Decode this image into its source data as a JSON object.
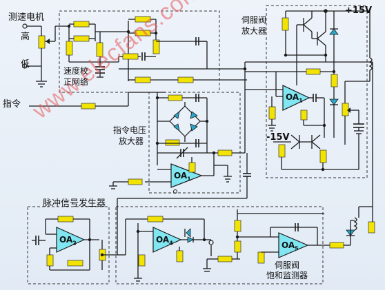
{
  "labels": {
    "tachogenerator": "测速电机",
    "high": "高",
    "low": "低",
    "command": "指令",
    "speed_correction_line1": "速度校",
    "speed_correction_line2": "正网络",
    "command_voltage_amp_line1": "指令电压",
    "command_voltage_amp_line2": "放大器",
    "servo_amp_line1": "伺服阀",
    "servo_amp_line2": "放大器",
    "pulse_generator": "脉冲信号发生器",
    "saturation_monitor_line1": "伺服阀",
    "saturation_monitor_line2": "饱和监测器",
    "plus15": "+15V",
    "minus15": "-15V",
    "oa1_top": "OA",
    "oa1_sub": "1",
    "oa1_cmd": "OA",
    "oa1_cmd_sub": "1",
    "oa2": "OA",
    "oa2_sub": "2",
    "oa4": "OA",
    "oa4_sub": "4",
    "oa5": "OA",
    "oa5_sub": "5"
  },
  "watermark": "www.elecfans.com",
  "colors": {
    "wire": "#1a1a1a",
    "resistor": "#f2e400",
    "opamp": "#7fe6f2",
    "diode": "#2aa7c9",
    "dashed": "#333333",
    "background": "#e8f0f8"
  }
}
